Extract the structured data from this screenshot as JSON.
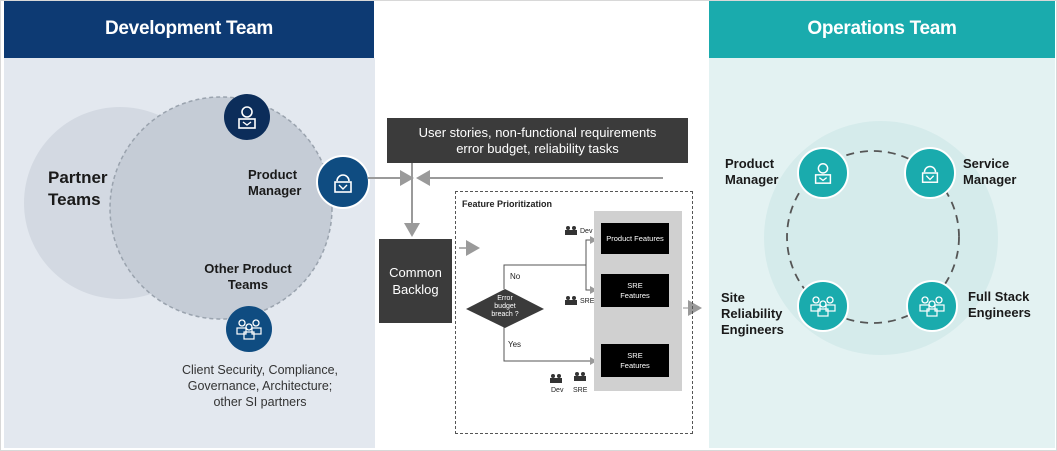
{
  "headers": {
    "dev_team": "Development Team",
    "ops_team": "Operations Team"
  },
  "colors": {
    "dev_header": "#0d3a73",
    "ops_header": "#1aabad",
    "dev_panel": "#e3e8ef",
    "ops_panel": "#e3f2f2",
    "dark_icon": "#0c2d5a",
    "blue_icon": "#0f4c81",
    "teal_icon": "#1aabad"
  },
  "dev": {
    "partner_teams": [
      "Partner",
      "Teams"
    ],
    "product_manager": [
      "Product",
      "Manager"
    ],
    "other_teams": [
      "Other Product",
      "Teams"
    ],
    "partners_note": [
      "Client Security, Compliance,",
      "Governance, Architecture;",
      "other SI partners"
    ]
  },
  "center": {
    "requirements": [
      "User stories, non-functional requirements",
      "error budget, reliability tasks"
    ],
    "backlog": [
      "Common",
      "Backlog"
    ],
    "feature_prioritization": "Feature Prioritization",
    "no_label": "No",
    "yes_label": "Yes",
    "decision": [
      "Error",
      "budget",
      "breach ?"
    ],
    "dev_label": "Dev",
    "sre_label": "SRE",
    "product_features": "Product Features",
    "sre_features": [
      "SRE",
      "Features"
    ]
  },
  "ops": {
    "product_manager": [
      "Product",
      "Manager"
    ],
    "service_manager": [
      "Service",
      "Manager"
    ],
    "sre": [
      "Site",
      "Reliability",
      "Engineers"
    ],
    "full_stack": [
      "Full Stack",
      "Engineers"
    ]
  },
  "icons": [
    "person-icon",
    "person-icon",
    "team-icon",
    "person-icon",
    "person-icon",
    "team-icon",
    "team-icon",
    "people-icon"
  ]
}
